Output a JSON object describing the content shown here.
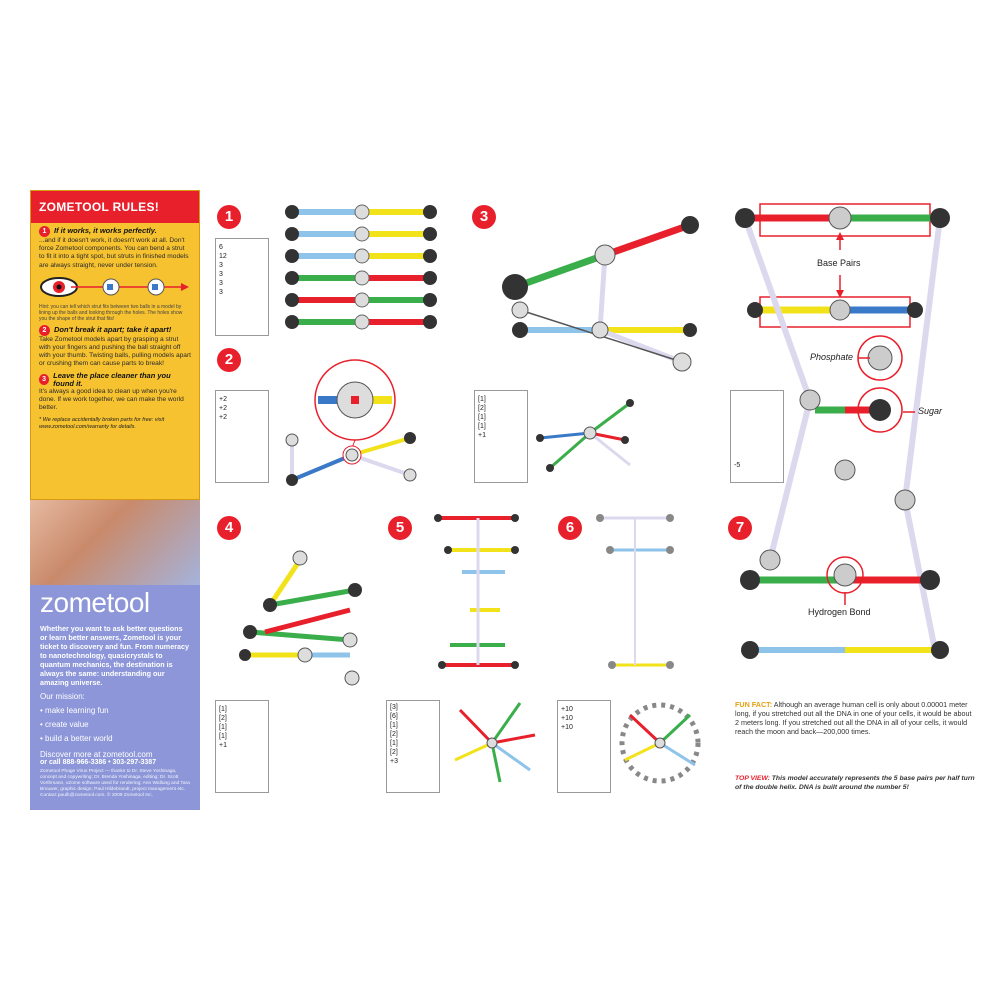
{
  "sidebar": {
    "title": "ZOMETOOL RULES!",
    "rules": [
      {
        "num": "1",
        "head": "If it works, it works perfectly.",
        "body": "...and if it doesn't work, it doesn't work at all. Don't force Zometool components. You can bend a strut to fit it into a tight spot, but struts in finished models are always straight, never under tension."
      },
      {
        "num": "2",
        "head": "Don't break it apart; take it apart!",
        "body": "Take Zometool models apart by grasping a strut with your fingers and pushing the ball straight off with your thumb. Twisting balls, pulling models apart or crushing them can cause parts to break!"
      },
      {
        "num": "3",
        "head": "Leave the place cleaner than you found it.",
        "body": "It's always a good idea to clean up when you're done. If we work together, we can make the world better."
      }
    ],
    "hint": "Hint: you can tell which strut fits between two balls in a model by lining up the balls and looking through the holes. The holes show you the shape of the strut that fits!",
    "replace_note": "* We replace accidentally broken parts for free: visit www.zometool.com/warranty for details.",
    "logo": "zometool",
    "pitch": "Whether you want to ask better questions or learn better answers, Zometool is your ticket to discovery and fun. From numeracy to nanotechnology, quasicrystals to quantum mechanics, the destination is always the same: understanding our amazing universe.",
    "mission_label": "Our mission:",
    "mission": [
      "• make learning fun",
      "• create value",
      "• build a better world"
    ],
    "discover": "Discover more at zometool.com",
    "phone": "or call 888-966-3386 • 303-297-3387",
    "credits": "Zometool Phage Virus Project — thanks to Dr. Steve Yoshinaga, concept and copywriting; Dr. Brenda Yoshinaga, editing; Dr. Scott Vorthmann, vZome software used for rendering; Ann Widlung and Tara Brouwer, graphic design; Paul Hildebrandt, project management etc. Contact paulh@zometool.com. © 2009 Zometool Inc."
  },
  "steps": [
    "1",
    "2",
    "3",
    "4",
    "5",
    "6",
    "7"
  ],
  "parts": {
    "s1": [
      "6",
      "12",
      "3",
      "3",
      "3",
      "3"
    ],
    "s2": [
      "+2",
      "+2",
      "+2"
    ],
    "s3": [
      "[1]",
      "[2]",
      "[1]",
      "[1]",
      "+1"
    ],
    "s4": [
      "[1]",
      "[2]",
      "[1]",
      "[1]",
      "+1"
    ],
    "s5": [
      "[3]",
      "[6]",
      "[1]",
      "[2]",
      "[1]",
      "[2]",
      "+3"
    ],
    "s6": [
      "+10",
      "+10",
      "+10"
    ],
    "s7": [
      "-5"
    ]
  },
  "labels": {
    "base_pairs": "Base Pairs",
    "phosphate": "Phosphate",
    "sugar": "Sugar",
    "hydrogen_bond": "Hydrogen Bond"
  },
  "fun_fact": {
    "label": "FUN FACT:",
    "text": "Although an average human cell is only about 0.00001 meter long, if you stretched out all the DNA in one of your cells, it would be about 2 meters long. If you stretched out all the DNA in all of your cells, it would reach the moon and back—200,000 times."
  },
  "top_view": {
    "label": "TOP VIEW:",
    "text": "This model accurately represents the 5 base pairs per half turn of the double helix. DNA is built around the number 5!"
  },
  "colors": {
    "red": "#e8202c",
    "yellow": "#f2e21a",
    "blue": "#8ec3ea",
    "green": "#3aae4a",
    "gold": "#f6c230",
    "lavender": "#8c96d8",
    "strut_white": "#dcd9ee"
  }
}
